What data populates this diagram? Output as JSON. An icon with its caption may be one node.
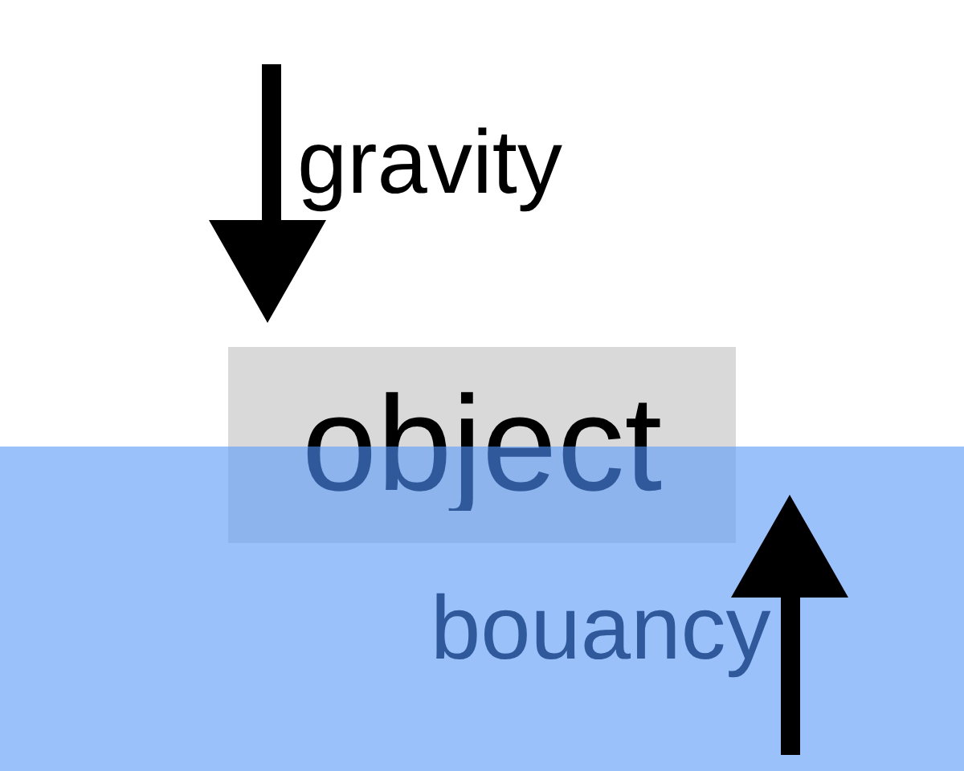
{
  "diagram": {
    "nodes": [
      {
        "text": [
          "object"
        ]
      }
    ],
    "labels": [
      "gravity",
      "bouancy"
    ]
  }
}
